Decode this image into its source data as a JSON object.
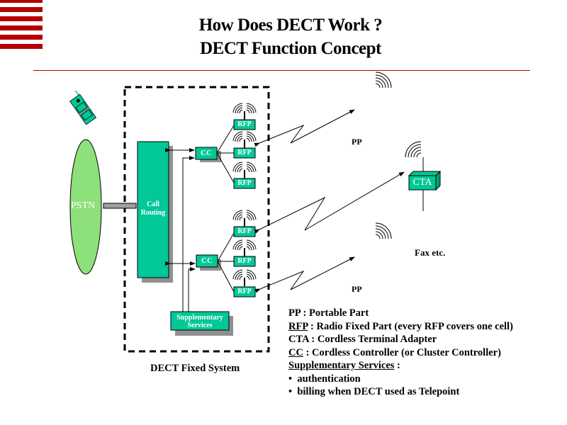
{
  "slide": {
    "title_line1": "How Does DECT Work ?",
    "title_line2": "DECT Function Concept",
    "accent_color": "#b30000",
    "component_color": "#00c896",
    "pstn_color": "#8ee07a"
  },
  "diagram": {
    "pstn_label": "PSTN",
    "call_routing_line1": "Call",
    "call_routing_line2": "Routing",
    "cc_labels": [
      "CC",
      "CC"
    ],
    "rfp_labels": [
      "RFP",
      "RFP",
      "RFP",
      "RFP",
      "RFP",
      "RFP"
    ],
    "supplementary_line1": "Supplementary",
    "supplementary_line2": "Services",
    "cta_label": "CTA",
    "pp_labels": [
      "PP",
      "PP"
    ],
    "fax_label": "Fax etc.",
    "fixed_system_caption": "DECT Fixed System",
    "icons": [
      "mobile-phone-icon",
      "antenna-icon",
      "radio-waves-icon"
    ]
  },
  "legend": {
    "items": [
      {
        "term": "PP",
        "underline": false,
        "sep": " : ",
        "desc": "Portable Part"
      },
      {
        "term": "RFP",
        "underline": true,
        "sep": " : ",
        "desc": "Radio Fixed Part (every RFP covers one cell)"
      },
      {
        "term": "CTA",
        "underline": false,
        "sep": " : ",
        "desc": "Cordless Terminal Adapter"
      },
      {
        "term": "CC",
        "underline": true,
        "sep": " : ",
        "desc": "Cordless Controller (or Cluster Controller)"
      },
      {
        "term": "Supplementary Services",
        "underline": true,
        "sep": " :",
        "desc": ""
      }
    ],
    "bullets": [
      "authentication",
      "billing when DECT used as Telepoint"
    ],
    "bullet_char": "•"
  }
}
